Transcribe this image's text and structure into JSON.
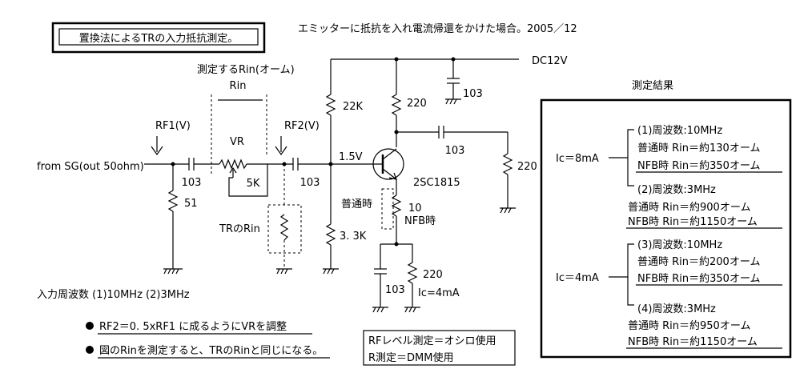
{
  "title_box": "置換法によるTRの入力抵抗測定。",
  "subtitle": "エミッターに抵抗を入れ電流帰還をかけた場合。2005／12",
  "rin_heading": "測定するRin(オーム)",
  "rin_label": "Rin",
  "source_label": "from SG(out 50ohm)",
  "rf1_label": "RF1(V)",
  "rf2_label": "RF2(V)",
  "vr_label": "VR",
  "vr_value": "5K",
  "r51_label": "51",
  "c1_label": "103",
  "c2_label": "103",
  "voltage_label": "1.5V",
  "r22k_label": "22K",
  "r33k_label": "3. 3K",
  "r220c_label": "220",
  "cdc_label": "103",
  "dc_label": "DC12V",
  "cout_label": "103",
  "rload_label": "220",
  "transistor_label": "2SC1815",
  "re10_label": "10",
  "normal_label": "普通時",
  "nfb_label": "NFB時",
  "re220_label": "220",
  "ce_label": "103",
  "ic_note": "Ic=4mA",
  "tr_rin_label": "TRのRin",
  "input_freq": "入力周波数 (1)10MHz (2)3MHz",
  "note1": "RF2＝0. 5xRF1 に成るようにVRを調整",
  "note2": "図のRinを測定すると、TRのRinと同じになる。",
  "measure_method": [
    "RFレベル測定＝オシロ使用",
    "R測定＝DMM使用"
  ],
  "results": {
    "heading": "測定結果",
    "groups": [
      {
        "ic": "Ic＝8mA",
        "cases": [
          {
            "freq": "(1)周波数:10MHz",
            "normal": "普通時 Rin＝約130オーム",
            "nfb": "NFB時 Rin＝約350オーム"
          },
          {
            "freq": "(2)周波数:3MHz",
            "normal": "普通時 Rin＝約900オーム",
            "nfb": "NFB時 Rin＝約1150オーム"
          }
        ]
      },
      {
        "ic": "Ic＝4mA",
        "cases": [
          {
            "freq": "(3)周波数:10MHz",
            "normal": "普通時 Rin＝約200オーム",
            "nfb": "NFB時 Rin＝約350オーム"
          },
          {
            "freq": "(4)周波数:3MHz",
            "normal": "普通時 Rin＝約950オーム",
            "nfb": "NFB時 Rin＝約1150オーム"
          }
        ]
      }
    ]
  }
}
